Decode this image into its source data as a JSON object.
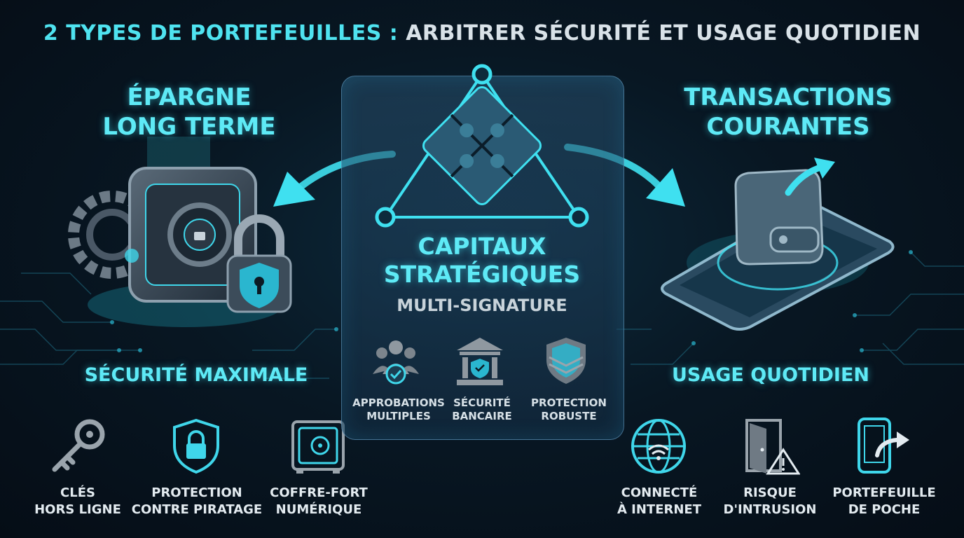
{
  "header": {
    "title_accent": "2 TYPES DE PORTEFEUILLES :",
    "title_rest": "ARBITRER SÉCURITÉ ET USAGE QUOTIDIEN"
  },
  "left": {
    "title_line1": "ÉPARGNE",
    "title_line2": "LONG TERME",
    "subtitle": "SÉCURITÉ MAXIMALE",
    "features": [
      {
        "line1": "CLÉS",
        "line2": "HORS LIGNE",
        "icon": "key-icon"
      },
      {
        "line1": "PROTECTION",
        "line2": "CONTRE PIRATAGE",
        "icon": "shield-lock-icon"
      },
      {
        "line1": "COFFRE-FORT",
        "line2": "NUMÉRIQUE",
        "icon": "safe-icon"
      }
    ]
  },
  "center": {
    "title_line1": "CAPITAUX",
    "title_line2": "STRATÉGIQUES",
    "subtitle": "MULTI-SIGNATURE",
    "features": [
      {
        "line1": "APPROBATIONS",
        "line2": "MULTIPLES",
        "icon": "people-check-icon"
      },
      {
        "line1": "SÉCURITÉ",
        "line2": "BANCAIRE",
        "icon": "bank-icon"
      },
      {
        "line1": "PROTECTION",
        "line2": "ROBUSTE",
        "icon": "layered-shield-icon"
      }
    ]
  },
  "right": {
    "title_line1": "TRANSACTIONS",
    "title_line2": "COURANTES",
    "subtitle": "USAGE QUOTIDIEN",
    "features": [
      {
        "line1": "CONNECTÉ",
        "line2": "À INTERNET",
        "icon": "globe-wifi-icon"
      },
      {
        "line1": "RISQUE",
        "line2": "D'INTRUSION",
        "icon": "door-warning-icon"
      },
      {
        "line1": "PORTEFEUILLE",
        "line2": "DE POCHE",
        "icon": "phone-share-icon"
      }
    ]
  },
  "colors": {
    "accent": "#4fe3f0",
    "background": "#07131d",
    "panel": "#1d3e58",
    "icon_gray": "#8f98a0"
  }
}
